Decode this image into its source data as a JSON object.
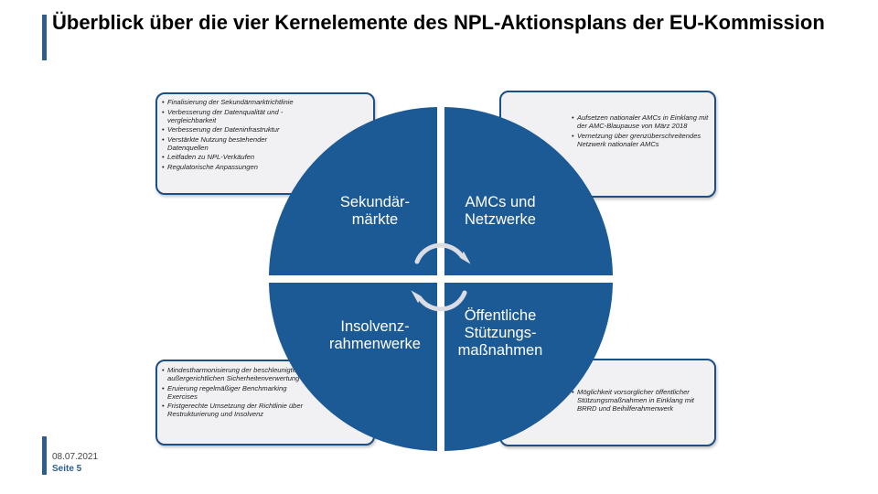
{
  "slide": {
    "title": "Überblick über die vier Kernelemente des NPL-Aktionsplans der EU-Kommission",
    "date": "08.07.2021",
    "page": "Seite 5",
    "colors": {
      "accent": "#2e5d8f",
      "quadrant": "#1c5a96",
      "box_border": "#1c4f85",
      "box_fill": "#f1f1f4"
    }
  },
  "quadrants": {
    "top_left": {
      "label": "Sekundär-\nmärkte",
      "bullets": [
        "Finalisierung der Sekundärmarktrichtlinie",
        "Verbesserung der Datenqualität und -vergleichbarkeit",
        "Verbesserung der Dateninfrastruktur",
        "Verstärkte Nutzung bestehender Datenquellen",
        "Leitfaden zu NPL-Verkäufen",
        "Regulatorische Anpassungen"
      ]
    },
    "top_right": {
      "label": "AMCs und\nNetzwerke",
      "bullets": [
        "Aufsetzen nationaler AMCs in Einklang mit der AMC-Blaupause von März 2018",
        "Vernetzung über grenzüberschreitendes Netzwerk nationaler AMCs"
      ]
    },
    "bottom_left": {
      "label": "Insolvenz-\nrahmenwerke",
      "bullets": [
        "Mindestharmonisierung der beschleunigten außergerichtlichen Sicherheitenverwertung",
        "Eruierung regelmäßiger Benchmarking Exercises",
        "Fristgerechte Umsetzung der Richtlinie über Restrukturierung und Insolvenz"
      ]
    },
    "bottom_right": {
      "label": "Öffentliche\nStützungs-\nmaßnahmen",
      "bullets": [
        "Möglichkeit vorsorglicher öffentlicher Stützungsmaßnahmen in Einklang mit BRRD und Beihilferahmenwerk"
      ]
    }
  },
  "icons": {
    "cycle": "cycle-arrows-icon"
  }
}
